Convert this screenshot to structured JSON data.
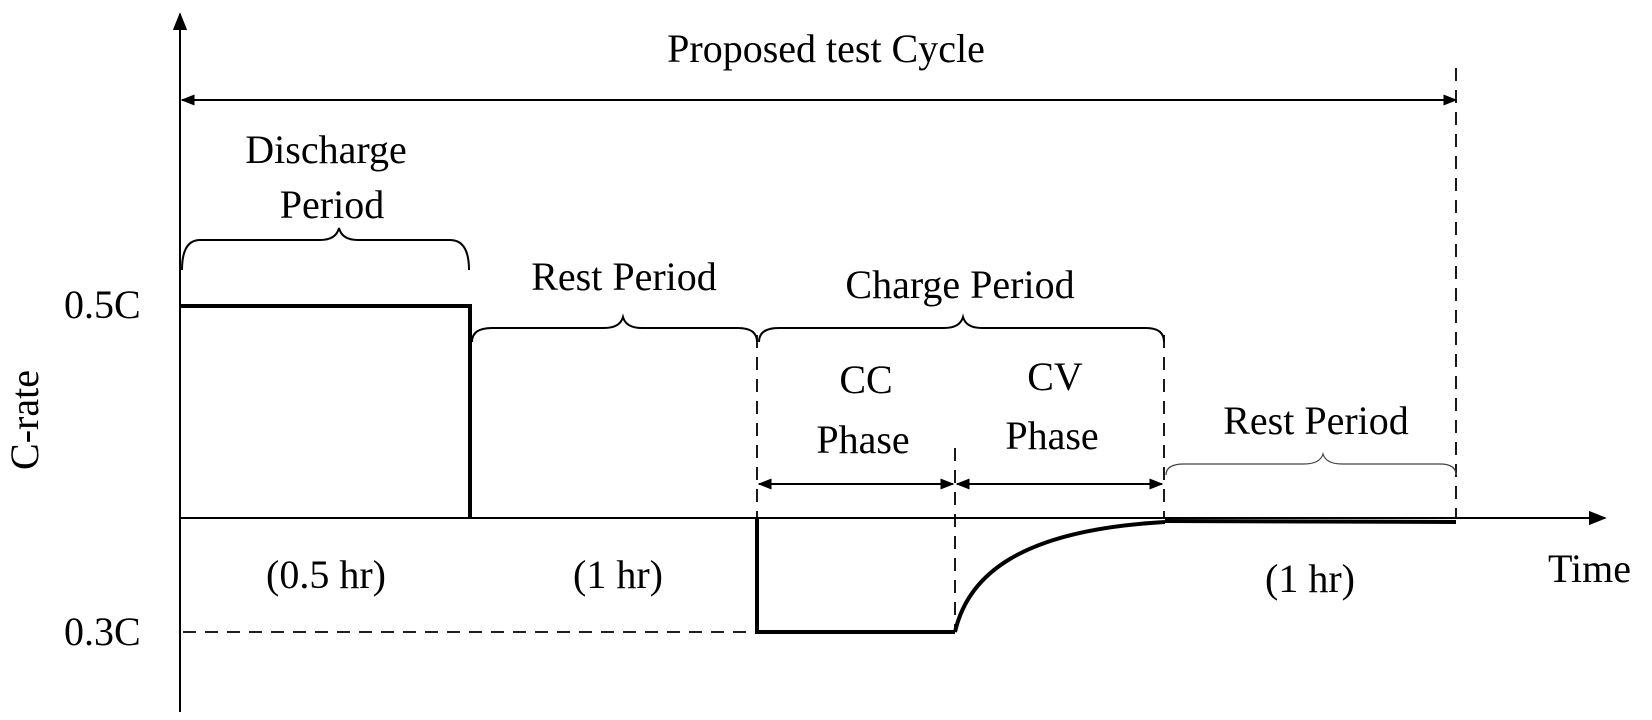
{
  "title": "Proposed test Cycle",
  "axes": {
    "y_label": "C-rate",
    "x_label": "Time",
    "y_ticks": [
      "0.5C",
      "0.3C"
    ]
  },
  "periods": {
    "discharge": {
      "label_line1": "Discharge",
      "label_line2": "Period",
      "duration": "(0.5 hr)"
    },
    "rest1": {
      "label": "Rest Period",
      "duration": "(1 hr)"
    },
    "charge": {
      "label": "Charge Period"
    },
    "cc": {
      "label_line1": "CC",
      "label_line2": "Phase"
    },
    "cv": {
      "label_line1": "CV",
      "label_line2": "Phase"
    },
    "rest2": {
      "label": "Rest Period",
      "duration": "(1 hr)"
    }
  },
  "profile": {
    "discharge_rate": "0.5C",
    "charge_rate": "0.3C"
  }
}
